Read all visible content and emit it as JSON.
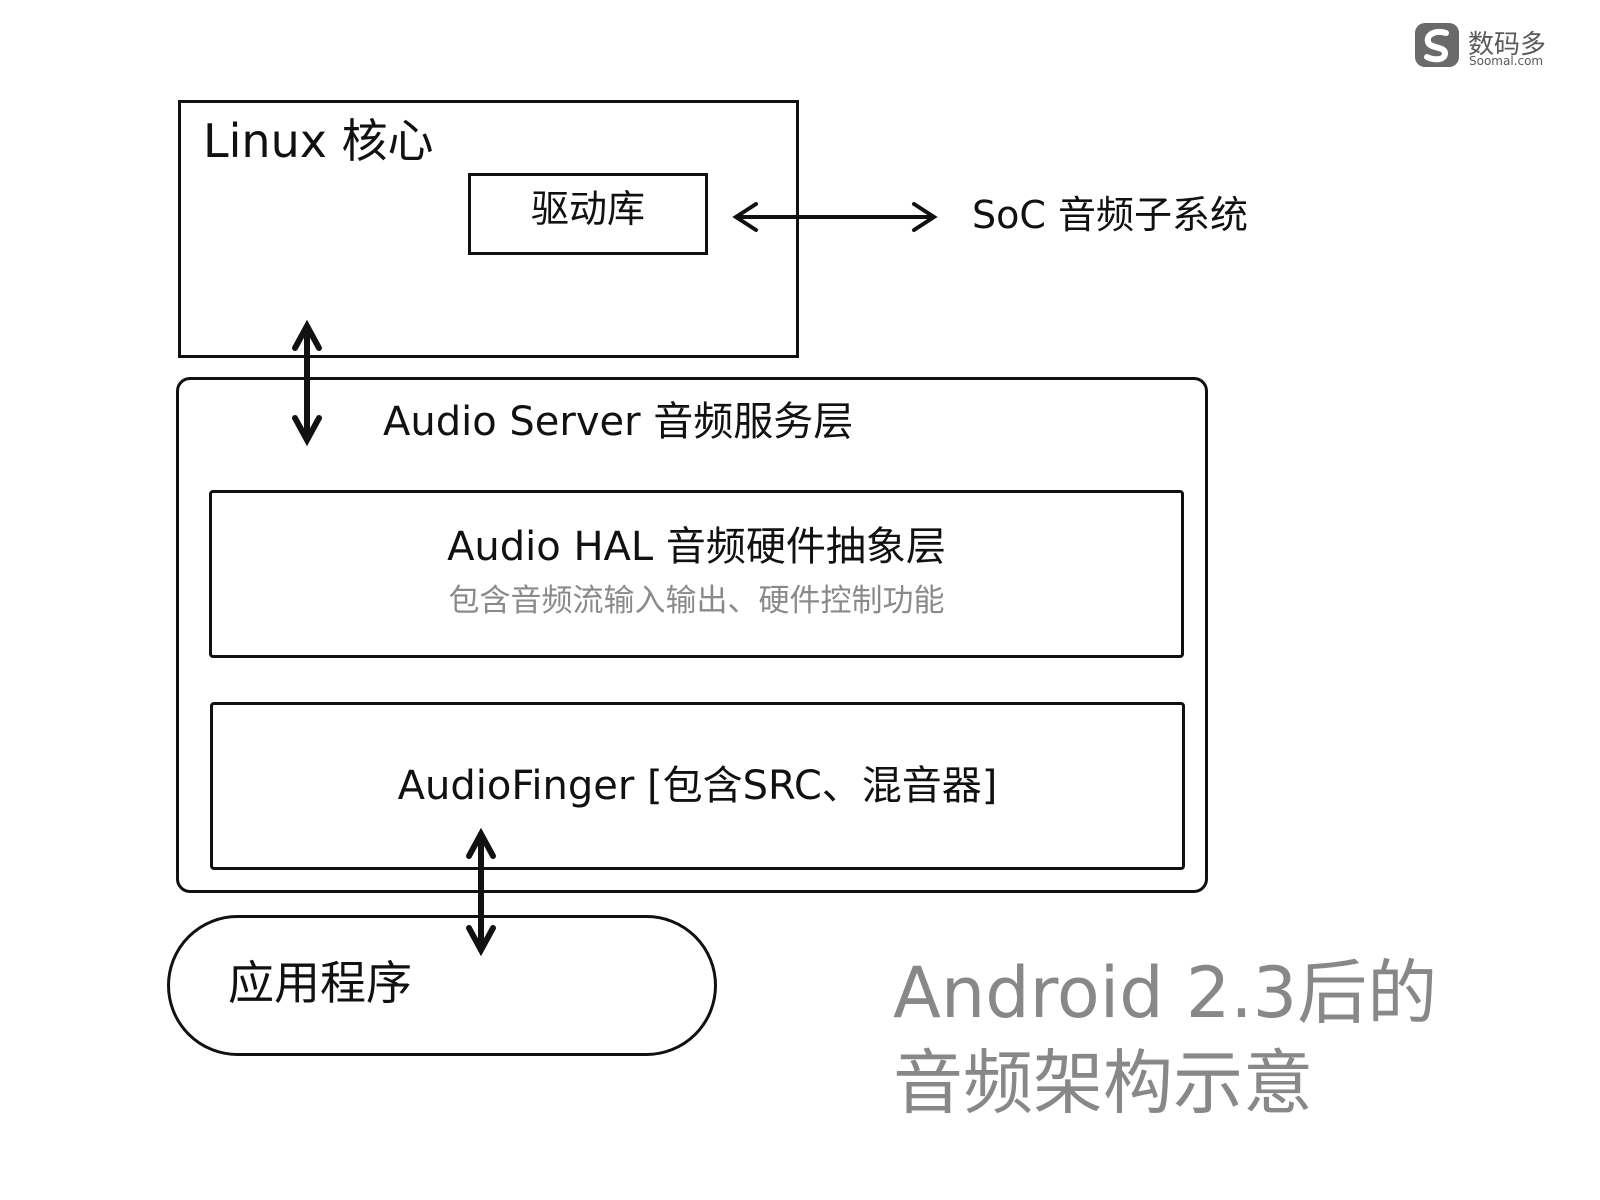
{
  "watermark": {
    "name": "数码多",
    "site": "Soomal.com"
  },
  "diagram": {
    "linux_kernel": {
      "title": "Linux 核心"
    },
    "driver_library": {
      "label": "驱动库"
    },
    "soc": {
      "label": "SoC 音频子系统"
    },
    "audio_server": {
      "title": "Audio Server 音频服务层"
    },
    "audio_hal": {
      "title": "Audio HAL 音频硬件抽象层",
      "subtitle": "包含音频流输入输出、硬件控制功能"
    },
    "audio_finger": {
      "label": "AudioFinger [包含SRC、混音器]"
    },
    "application": {
      "label": "应用程序"
    }
  },
  "caption": {
    "line1": "Android 2.3后的",
    "line2": "音频架构示意"
  }
}
